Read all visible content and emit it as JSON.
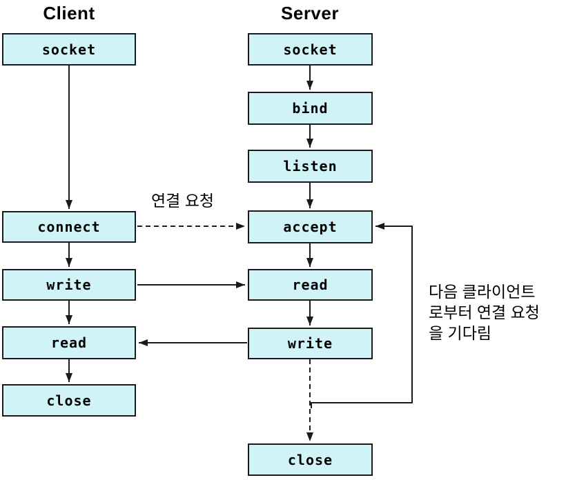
{
  "diagram": {
    "client": {
      "title": "Client",
      "steps": [
        {
          "label": "socket"
        },
        {
          "label": "connect"
        },
        {
          "label": "write"
        },
        {
          "label": "read"
        },
        {
          "label": "close"
        }
      ]
    },
    "server": {
      "title": "Server",
      "steps": [
        {
          "label": "socket"
        },
        {
          "label": "bind"
        },
        {
          "label": "listen"
        },
        {
          "label": "accept"
        },
        {
          "label": "read"
        },
        {
          "label": "write"
        },
        {
          "label": "close"
        }
      ]
    },
    "annotations": {
      "connection_request": "연결 요청",
      "wait_next_client": {
        "lines": [
          "다음 클라이언트",
          "로부터 연결 요청",
          "을 기다림"
        ]
      }
    },
    "colors": {
      "node_fill": "#cff3f7",
      "node_border": "#1a1a1a",
      "line": "#1a1a1a",
      "text": "#000000",
      "background": "#ffffff"
    }
  }
}
